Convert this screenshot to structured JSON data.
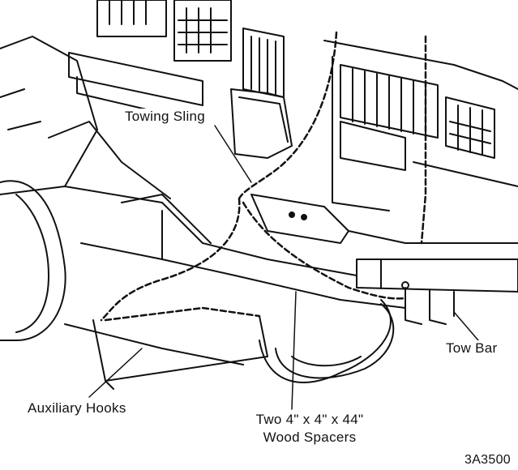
{
  "labels": {
    "towing_sling": "Towing Sling",
    "tow_bar": "Tow Bar",
    "auxiliary_hooks": "Auxiliary Hooks",
    "spacers_line1": "Two 4\" x 4\" x 44\"",
    "spacers_line2": "Wood Spacers",
    "figure_code": "3A3500"
  }
}
